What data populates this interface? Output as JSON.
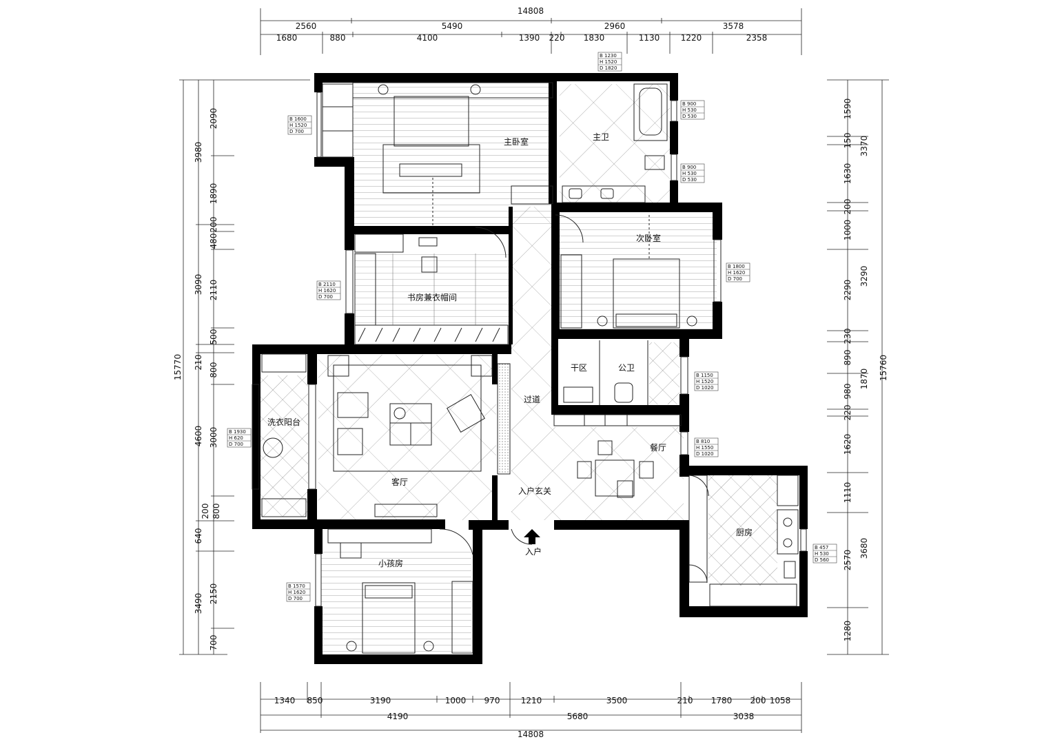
{
  "rooms": {
    "master_bedroom": "主卧室",
    "master_bath": "主卫",
    "second_bedroom": "次卧室",
    "study_closet": "书房兼衣帽间",
    "corridor": "过道",
    "dry_area": "干区",
    "public_bath": "公卫",
    "dining": "餐厅",
    "living": "客厅",
    "laundry_balcony": "洗衣阳台",
    "entry_foyer": "入户玄关",
    "entry": "入户",
    "kids_room": "小孩房",
    "kitchen": "厨房"
  },
  "dimensions": {
    "top_total": "14808",
    "top_row1": [
      "2560",
      "5490",
      "2960",
      "3578"
    ],
    "top_row2": [
      "1680",
      "880",
      "4100",
      "1390",
      "220",
      "1830",
      "1130",
      "1220",
      "2358"
    ],
    "bottom_row1": [
      "1340",
      "850",
      "3190",
      "1000",
      "970",
      "1210",
      "3500",
      "210",
      "1780",
      "200",
      "1058"
    ],
    "bottom_row2": [
      "4190",
      "5680",
      "3038"
    ],
    "bottom_total": "14808",
    "left_total": "15770",
    "left_outer": [
      "3980",
      "3090",
      "210",
      "4600",
      "640",
      "3490"
    ],
    "left_inner": [
      "2090",
      "1890",
      "200",
      "480",
      "2110",
      "500",
      "800",
      "3000",
      "200",
      "800",
      "2150",
      "700"
    ],
    "right_total": "15760",
    "right_outer": [
      "3370",
      "3290",
      "1870",
      "3680"
    ],
    "right_inner": [
      "1590",
      "150",
      "1630",
      "200",
      "1000",
      "2290",
      "230",
      "890",
      "980",
      "220",
      "1620",
      "1110",
      "2570",
      "1280"
    ]
  },
  "window_tags": {
    "master_bath_top": [
      "B 1230",
      "H 1520",
      "D 1820"
    ],
    "master_bath_right1": [
      "B 900",
      "H 530",
      "D 530"
    ],
    "master_bath_right2": [
      "B 900",
      "H 530",
      "D 530"
    ],
    "master_bedroom_left": [
      "B 1600",
      "H 1520",
      "D 700"
    ],
    "study_left": [
      "B 2110",
      "H 1620",
      "D 700"
    ],
    "second_bedroom_right": [
      "B 1800",
      "H 1620",
      "D 700"
    ],
    "public_bath_right": [
      "B 1150",
      "H 1520",
      "D 1020"
    ],
    "dining_right": [
      "B 810",
      "H 1550",
      "D 1020"
    ],
    "laundry_left": [
      "B 1930",
      "H 620",
      "D 700"
    ],
    "kitchen_right": [
      "B 457",
      "H 530",
      "D 560"
    ],
    "kids_left": [
      "B 1570",
      "H 1620",
      "D 700"
    ]
  }
}
